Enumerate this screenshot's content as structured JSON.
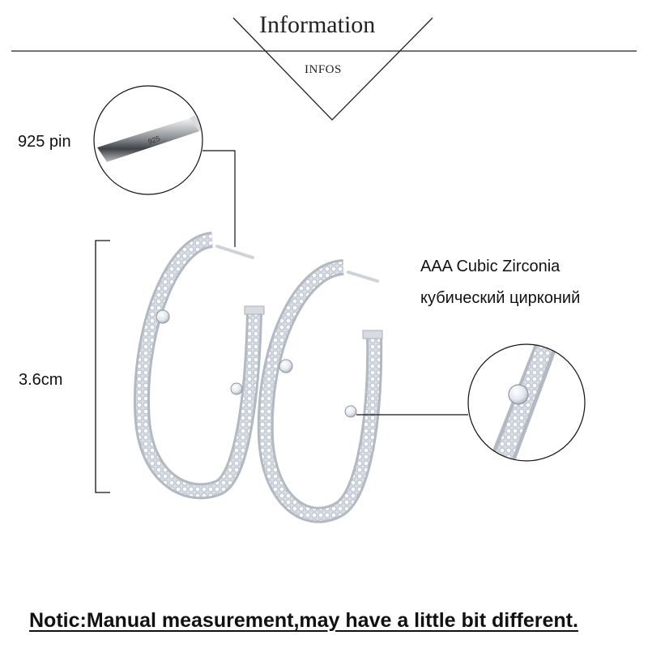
{
  "header": {
    "title": "Information",
    "subtitle": "INFOS"
  },
  "callouts": {
    "pin_label": "925 pin",
    "pin_engraving": "925",
    "size_label": "3.6cm",
    "stone_label_en": "AAA Cubic Zirconia",
    "stone_label_ru": "кубический цирконий"
  },
  "notice": "Notic:Manual measurement,may have a little bit different.",
  "colors": {
    "line": "#111111",
    "metal": "#c8ccd2",
    "stone": "#eef1f6"
  }
}
